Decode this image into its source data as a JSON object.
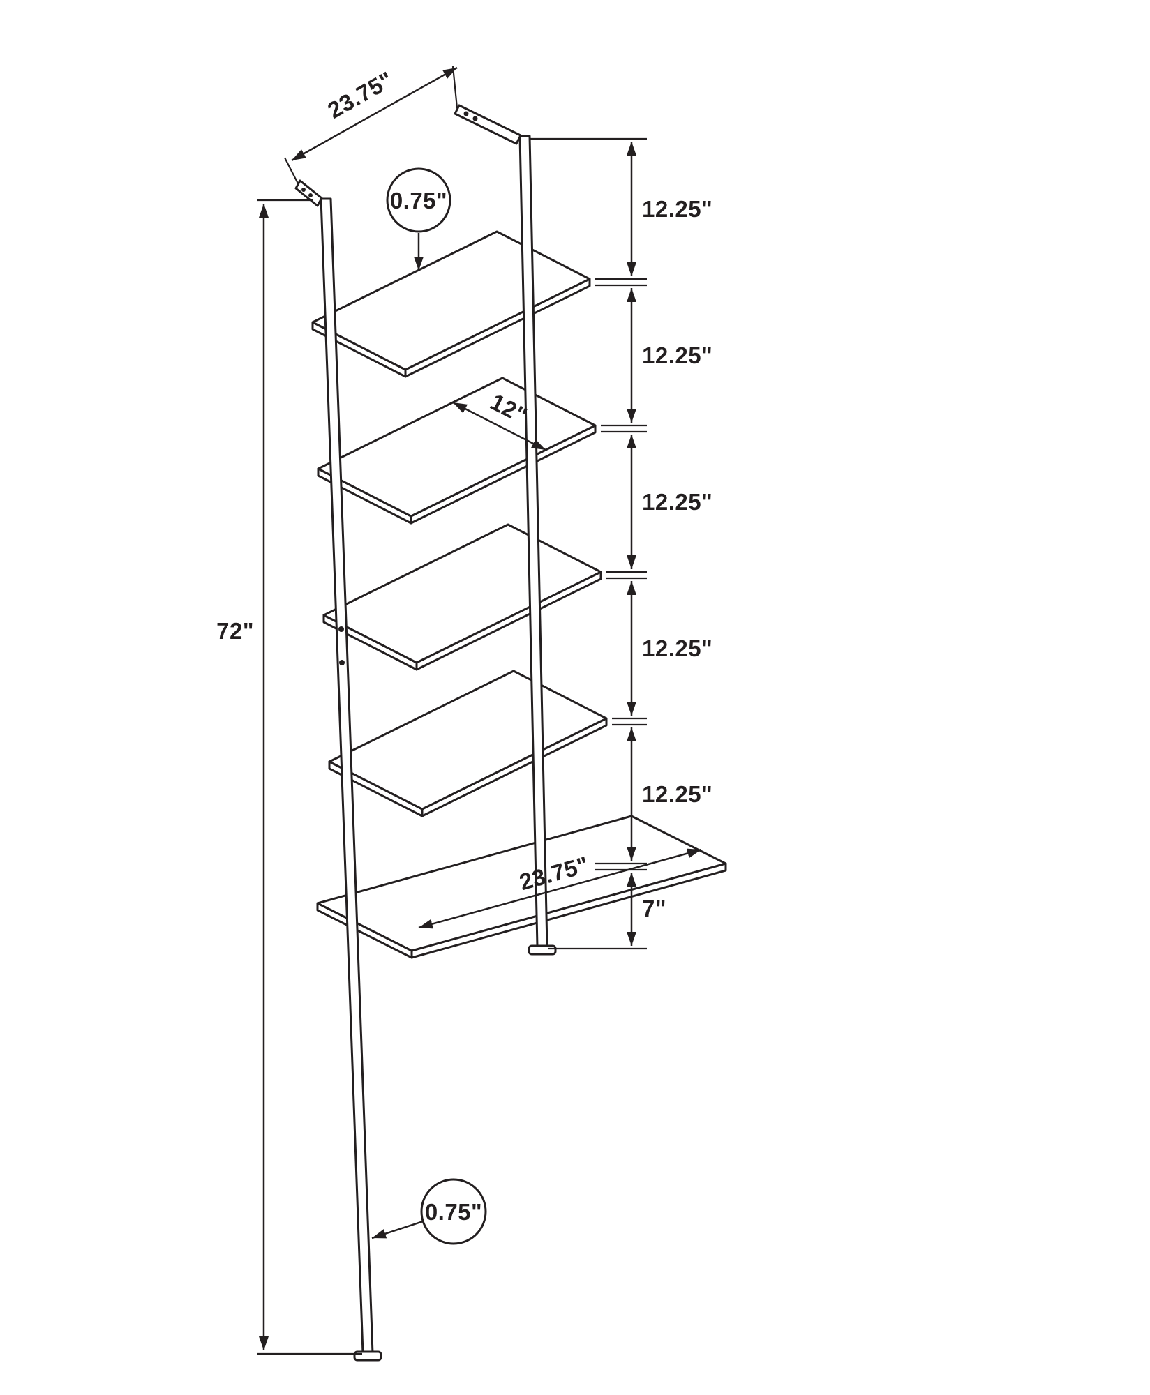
{
  "page": {
    "background": "#ffffff",
    "line_color": "#231f20",
    "subject": "ladder-shelf-dimension-drawing"
  },
  "callouts": {
    "top_shelf_thickness": "0.75\"",
    "bottom_frame_thickness": "0.75\""
  },
  "dims": {
    "top_width": "23.75\"",
    "shelf_depth": "12\"",
    "bottom_shelf_width": "23.75\"",
    "total_height": "72\"",
    "right_chain": [
      {
        "label": "12.25\""
      },
      {
        "label": "12.25\""
      },
      {
        "label": "12.25\""
      },
      {
        "label": "12.25\""
      },
      {
        "label": "12.25\""
      },
      {
        "label": "7\""
      }
    ]
  }
}
